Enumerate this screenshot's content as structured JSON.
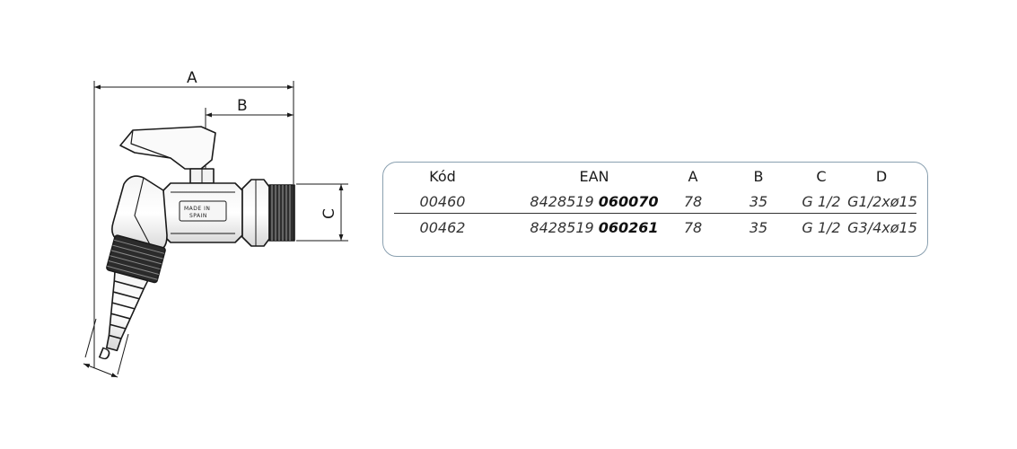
{
  "dimensions": {
    "a_label": "A",
    "b_label": "B",
    "c_label": "C",
    "d_label": "D"
  },
  "stamp": {
    "line1": "MADE IN",
    "line2": "SPAIN"
  },
  "table": {
    "headers": {
      "code": "Kód",
      "ean": "EAN",
      "a": "A",
      "b": "B",
      "c": "C",
      "d": "D"
    },
    "rows": [
      {
        "code": "00460",
        "ean_prefix": "8428519 ",
        "ean_suffix": "060070",
        "a": "78",
        "b": "35",
        "c": "G 1/2",
        "d": "G1/2xø15"
      },
      {
        "code": "00462",
        "ean_prefix": "8428519 ",
        "ean_suffix": "060261",
        "a": "78",
        "b": "35",
        "c": "G 1/2",
        "d": "G3/4xø15"
      }
    ]
  }
}
